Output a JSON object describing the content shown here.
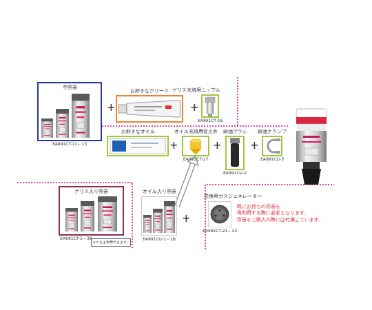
{
  "diagram": {
    "nodes": [
      {
        "text": [
          "空容器",
          "EA991CT-11～13"
        ]
      },
      {
        "text": [
          "お好きなグリース"
        ]
      },
      {
        "text": [
          "グリス充填用ニップル",
          "EA991CT-16"
        ]
      },
      {
        "text": [
          "お好きなオイル"
        ]
      },
      {
        "text": [
          "オイル充填用逆止弁",
          "EA991CT-17"
        ]
      },
      {
        "text": [
          "給油ブラシ",
          "EA991CU-2"
        ]
      },
      {
        "text": [
          "給油クランプ",
          "EA991CU-3"
        ]
      },
      {
        "text": [
          "グリス入り容器",
          "EA991CT-1～3B"
        ]
      },
      {
        "text": [
          "そのまま利用できます。"
        ]
      },
      {
        "text": [
          "オイル入り容器",
          "EA991CU-1～1B"
        ]
      },
      {
        "text": [
          "交換用ガスジェネレーター",
          "EA991CT-21～23"
        ]
      }
    ],
    "edges": [
      {
        "from": 9,
        "to": 4,
        "arrow": "to"
      }
    ],
    "labels": [
      "+",
      "+",
      "+",
      "+",
      "+",
      "+",
      "既にお持ちの容器を 再利用する際に必要となります。 容器をご購入の際には付属しています。"
    ]
  }
}
